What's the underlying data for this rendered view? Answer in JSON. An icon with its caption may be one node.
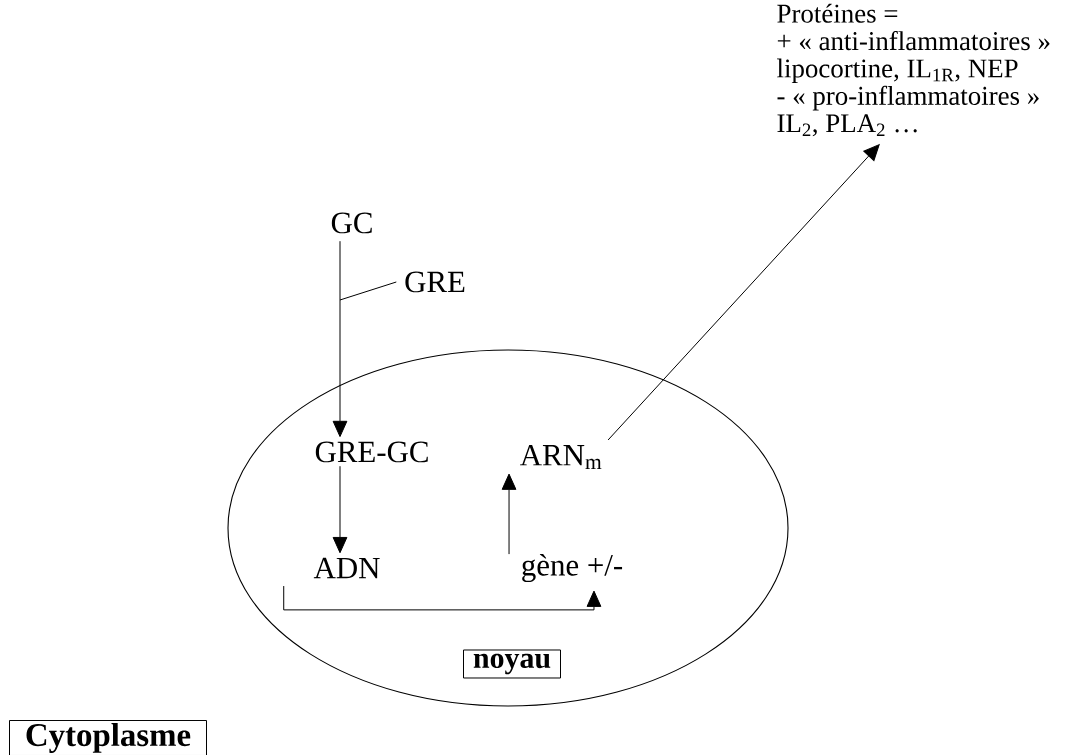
{
  "diagram": {
    "nodes": [
      {
        "text": [
          "Protéines =",
          "+ « anti-inflammatoires »",
          "lipocortine, IL$_{1R}$, NEP",
          "- « pro-inflammatoires »",
          "IL$_{2}$, PLA$_{2}$ …"
        ]
      },
      {
        "text": [
          "GC"
        ]
      },
      {
        "text": [
          "GRE"
        ]
      },
      {
        "text": [],
        "shape": "ellipse"
      },
      {
        "text": [
          "GRE-GC"
        ],
        "in": 3
      },
      {
        "text": [
          "ARN$_{m}$"
        ],
        "in": 3
      },
      {
        "text": [
          "ADN"
        ],
        "in": 3
      },
      {
        "text": [
          "gène +/-"
        ],
        "in": 3
      },
      {
        "text": [
          "noyau"
        ],
        "in": 3
      },
      {
        "text": [
          "Cytoplasme"
        ]
      }
    ],
    "edges": [
      {
        "from": 1,
        "to": 4,
        "arrow": "to"
      },
      {
        "from": 2,
        "to": 4,
        "arrow": "to"
      },
      {
        "from": 4,
        "to": 6,
        "arrow": "to"
      },
      {
        "from": 6,
        "to": 7,
        "arrow": "to"
      },
      {
        "from": 7,
        "to": 5,
        "arrow": "to"
      },
      {
        "from": 5,
        "to": 0,
        "arrow": "to"
      }
    ]
  }
}
